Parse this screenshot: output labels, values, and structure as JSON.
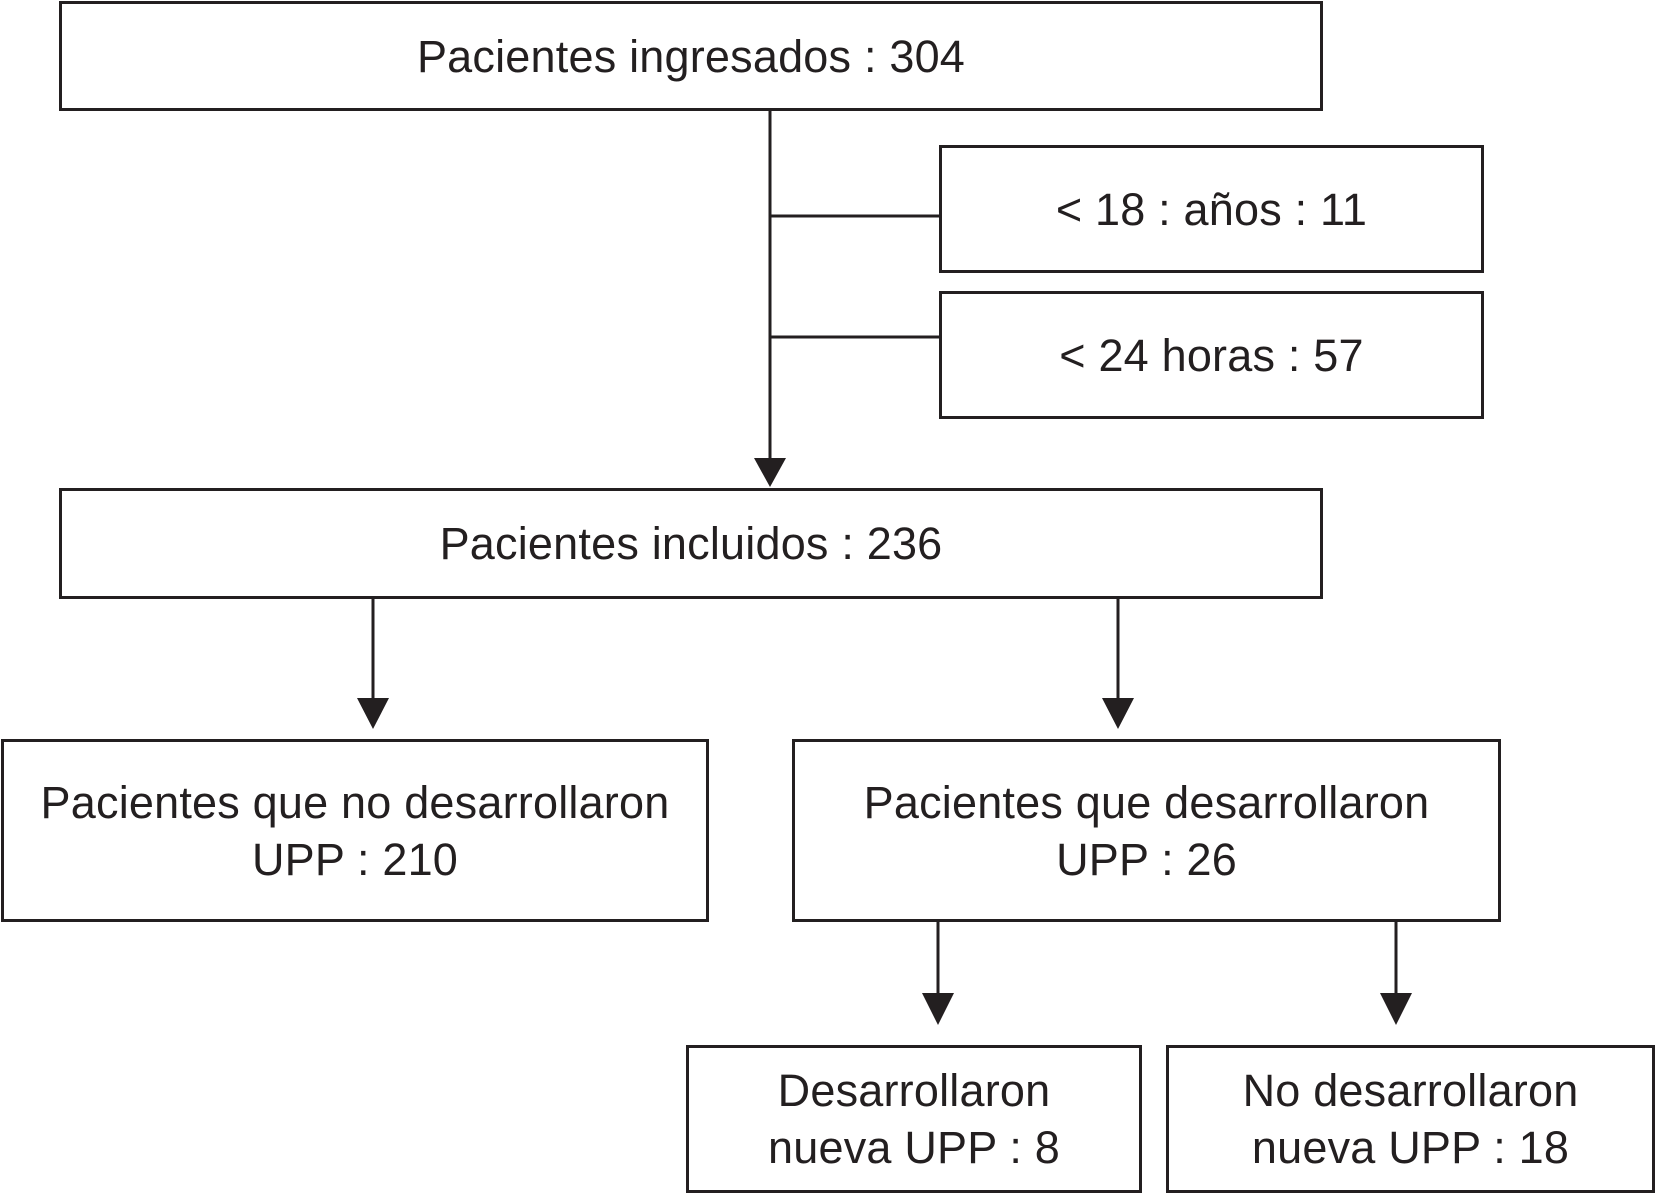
{
  "diagram": {
    "type": "flowchart",
    "boxes": {
      "admitted": {
        "lines": [
          "Pacientes ingresados : 304"
        ]
      },
      "excluded_age": {
        "lines": [
          "< 18 : años : 11"
        ]
      },
      "excluded_stay": {
        "lines": [
          "< 24 horas : 57"
        ]
      },
      "included": {
        "lines": [
          "Pacientes incluidos : 236"
        ]
      },
      "no_upp": {
        "lines": [
          "Pacientes que no desarrollaron",
          "UPP : 210"
        ]
      },
      "upp": {
        "lines": [
          "Pacientes que desarrollaron",
          "UPP : 26"
        ]
      },
      "new_upp": {
        "lines": [
          "Desarrollaron",
          "nueva UPP : 8"
        ]
      },
      "no_new_upp": {
        "lines": [
          "No desarrollaron",
          "nueva UPP : 18"
        ]
      }
    },
    "line_color": "#231f20"
  }
}
